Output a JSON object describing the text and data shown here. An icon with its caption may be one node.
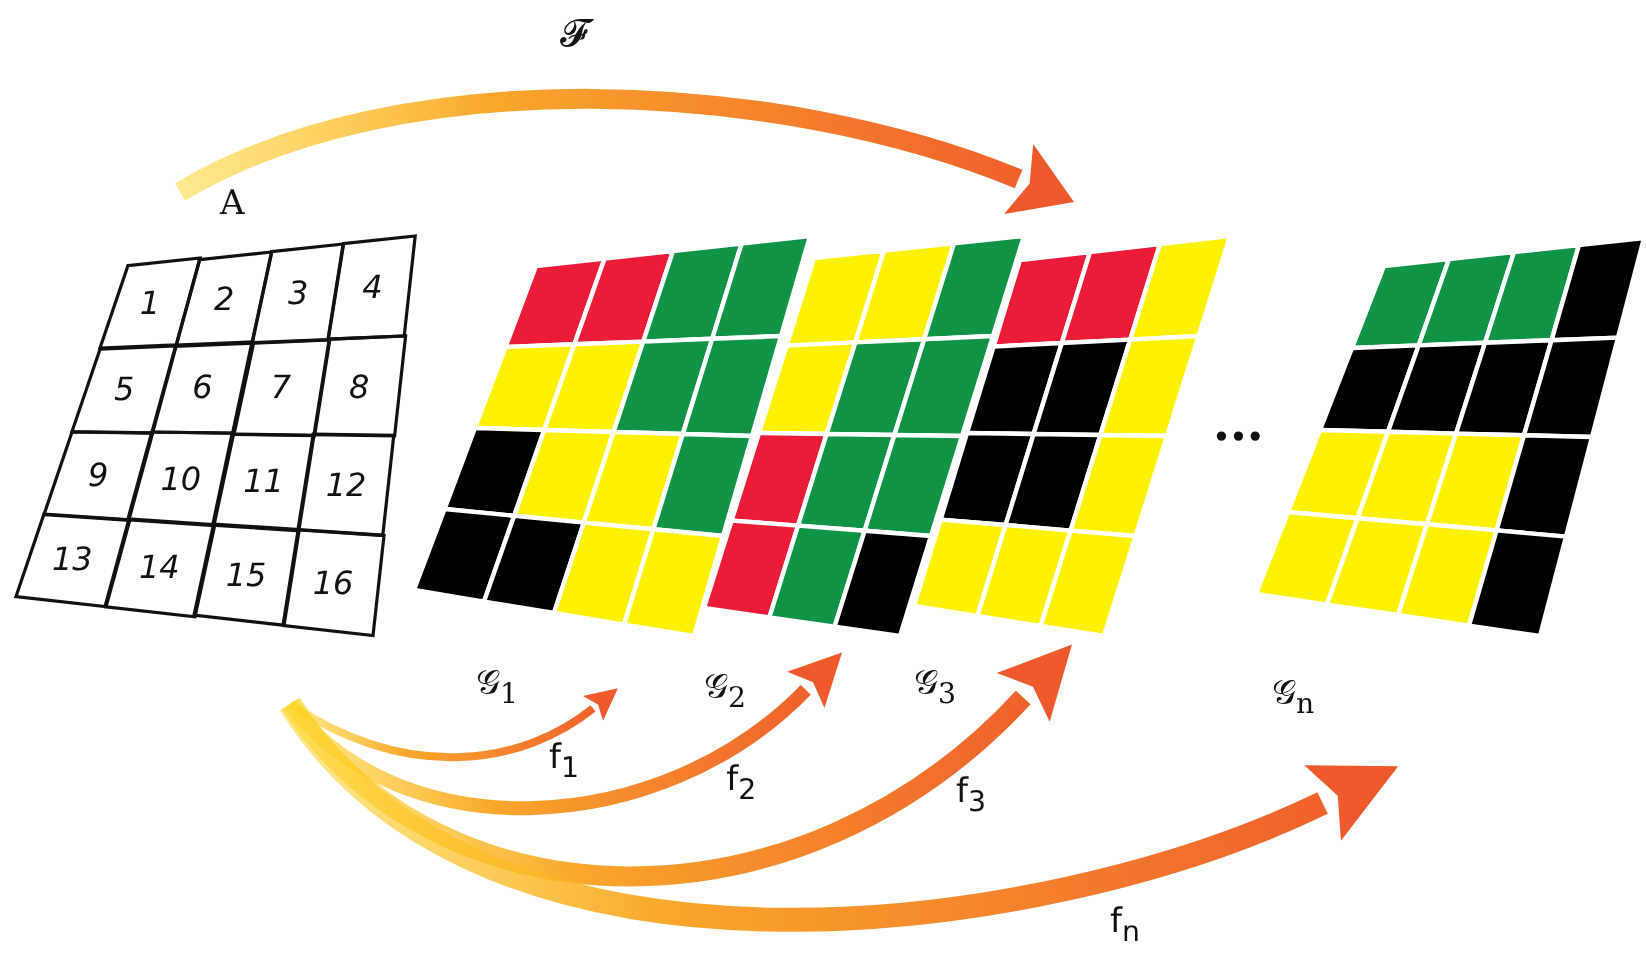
{
  "diagram": {
    "nodes": [
      {
        "text": [
          "A"
        ]
      },
      {
        "text": [
          "1"
        ],
        "in": 0
      },
      {
        "text": [
          "2"
        ],
        "in": 0
      },
      {
        "text": [
          "3"
        ],
        "in": 0
      },
      {
        "text": [
          "4"
        ],
        "in": 0
      },
      {
        "text": [
          "5"
        ],
        "in": 0
      },
      {
        "text": [
          "6"
        ],
        "in": 0
      },
      {
        "text": [
          "7"
        ],
        "in": 0
      },
      {
        "text": [
          "8"
        ],
        "in": 0
      },
      {
        "text": [
          "9"
        ],
        "in": 0
      },
      {
        "text": [
          "10"
        ],
        "in": 0
      },
      {
        "text": [
          "11"
        ],
        "in": 0
      },
      {
        "text": [
          "12"
        ],
        "in": 0
      },
      {
        "text": [
          "13"
        ],
        "in": 0
      },
      {
        "text": [
          "14"
        ],
        "in": 0
      },
      {
        "text": [
          "15"
        ],
        "in": 0
      },
      {
        "text": [
          "16"
        ],
        "in": 0
      },
      {
        "text": [
          "𝒢$_{1}$"
        ]
      },
      {
        "text": [
          "𝒢$_{2}$"
        ]
      },
      {
        "text": [
          "𝒢$_{3}$"
        ]
      },
      {
        "text": [
          "𝒢$_{n}$"
        ]
      }
    ],
    "edges": [
      {
        "from": 0,
        "to": null,
        "arrow": "to",
        "label": "𝓕"
      },
      {
        "from": 0,
        "to": 17,
        "arrow": "to",
        "label": "f$_{1}$"
      },
      {
        "from": 0,
        "to": 18,
        "arrow": "to",
        "label": "f$_{2}$"
      },
      {
        "from": 0,
        "to": 19,
        "arrow": "to",
        "label": "f$_{3}$"
      },
      {
        "from": 0,
        "to": 20,
        "arrow": "to",
        "label": "f$_{n}$"
      }
    ],
    "labels": [
      "•••"
    ]
  }
}
